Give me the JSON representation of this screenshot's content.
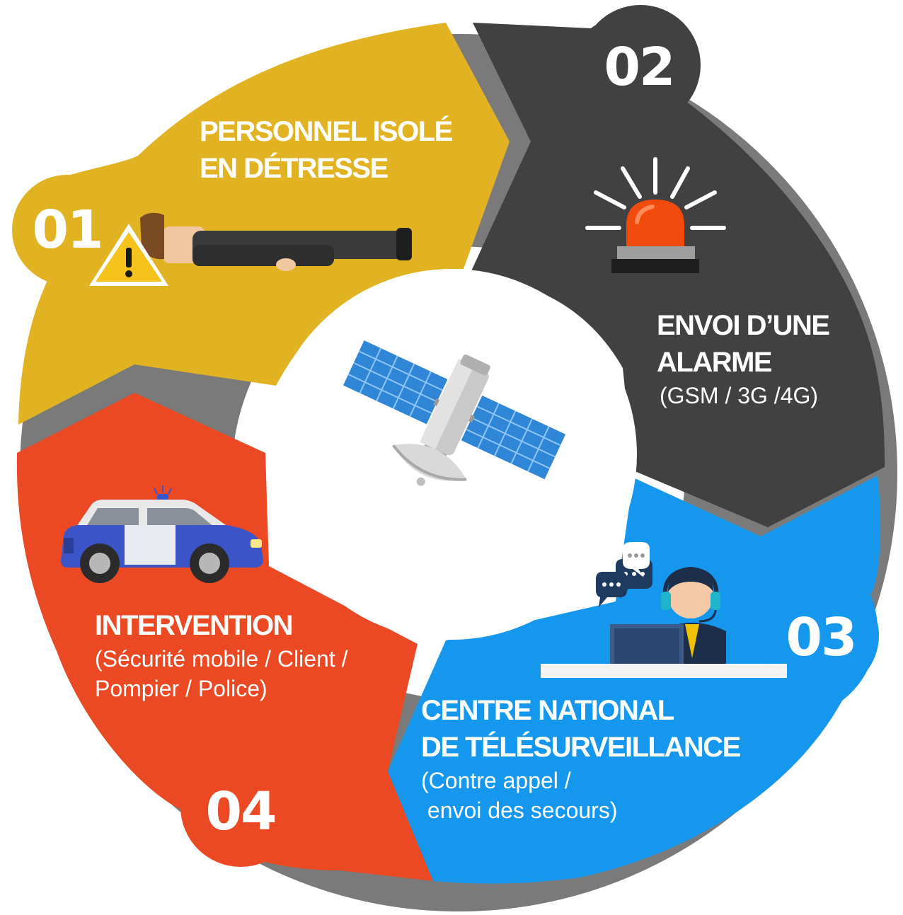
{
  "colors": {
    "step1": "#E1B322",
    "step2": "#414141",
    "step3": "#1497EC",
    "step4": "#EB4923",
    "shadow": "#7A7A7A",
    "center": "#FFFFFF"
  },
  "steps": [
    {
      "number": "01",
      "title_lines": [
        "PERSONNEL ISOLÉ",
        "EN DÉTRESSE"
      ],
      "subtitle_lines": [],
      "icon": "person-lying-warning-icon"
    },
    {
      "number": "02",
      "title_lines": [
        "ENVOI D’UNE",
        "ALARME"
      ],
      "subtitle_lines": [
        "(GSM / 3G /4G)"
      ],
      "icon": "alarm-beacon-icon"
    },
    {
      "number": "03",
      "title_lines": [
        "CENTRE NATIONAL",
        "DE TÉLÉSURVEILLANCE"
      ],
      "subtitle_lines": [
        "(Contre appel /",
        " envoi des secours)"
      ],
      "icon": "call-center-operator-icon"
    },
    {
      "number": "04",
      "title_lines": [
        "INTERVENTION"
      ],
      "subtitle_lines": [
        "(Sécurité mobile / Client /",
        "Pompier / Police)"
      ],
      "icon": "police-car-icon"
    }
  ],
  "center_icon": "satellite-icon"
}
